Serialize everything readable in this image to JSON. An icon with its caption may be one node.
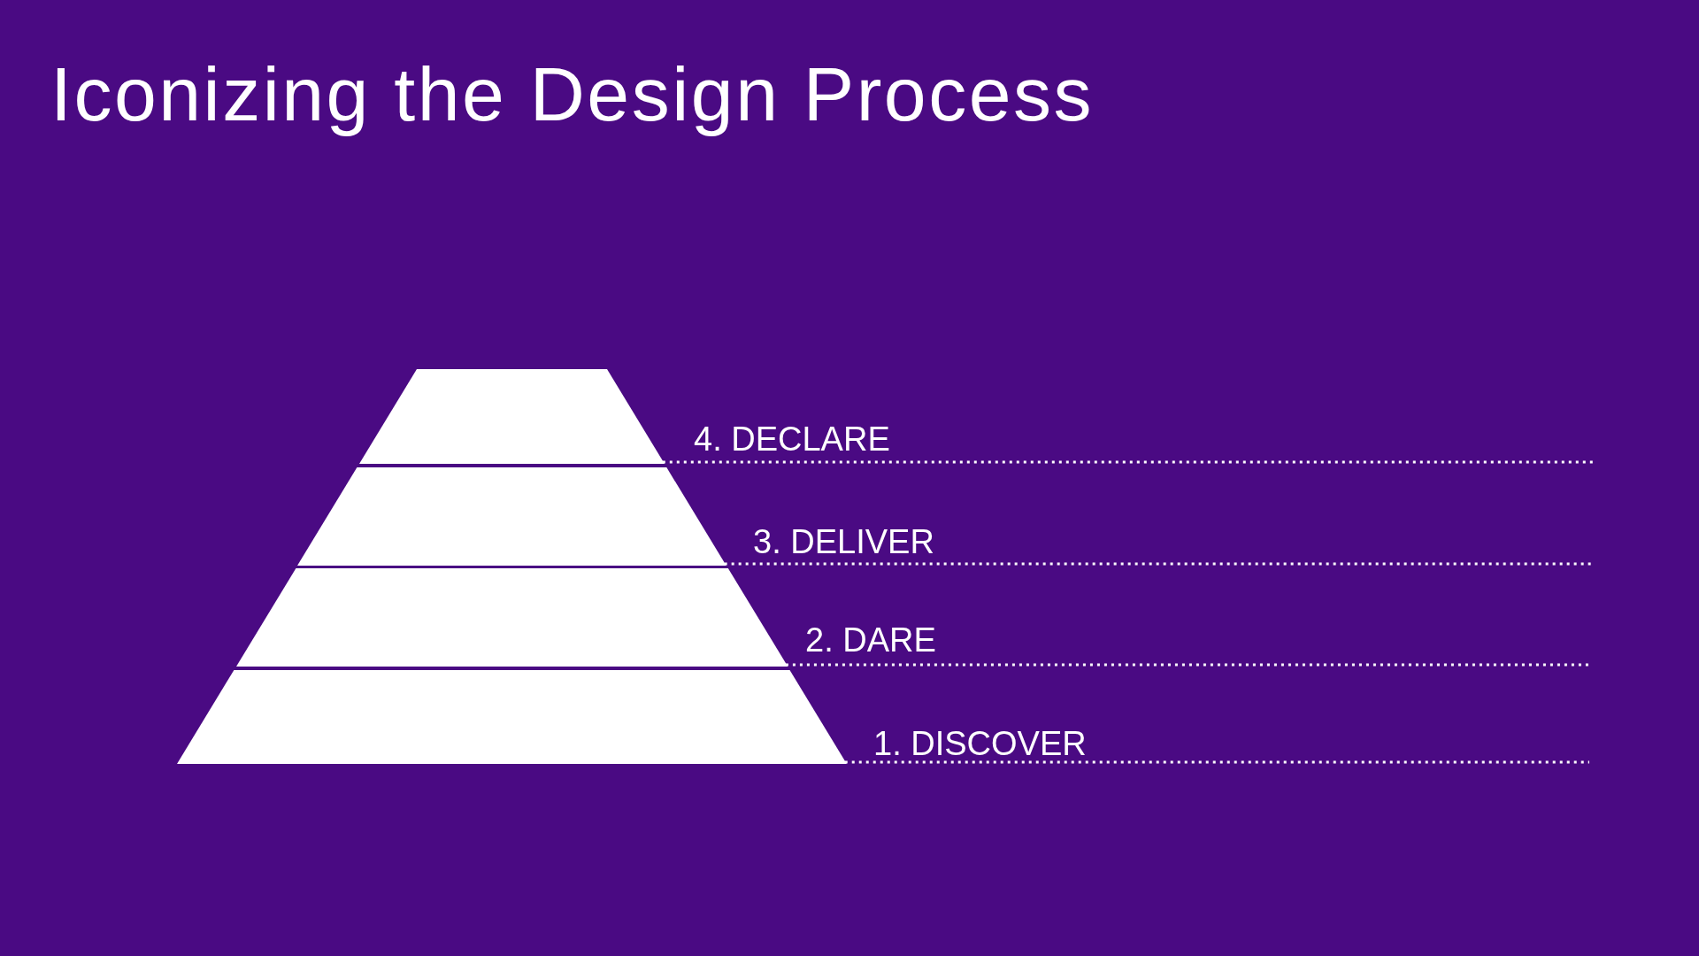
{
  "diagram": {
    "title": "Iconizing the Design Process",
    "nodes": [
      {
        "text": [],
        "shape": "trapezoid"
      },
      {
        "text": [],
        "shape": "trapezoid"
      },
      {
        "text": [],
        "shape": "trapezoid"
      },
      {
        "text": [],
        "shape": "trapezoid"
      }
    ],
    "edges": [
      {
        "from": 0,
        "to": null,
        "arrow": "none",
        "style": "dashed",
        "label": "4. DECLARE"
      },
      {
        "from": 1,
        "to": null,
        "arrow": "none",
        "style": "dashed",
        "label": "3. DELIVER"
      },
      {
        "from": 2,
        "to": null,
        "arrow": "none",
        "style": "dashed",
        "label": "2. DARE"
      },
      {
        "from": 3,
        "to": null,
        "arrow": "none",
        "style": "dashed",
        "label": "1. DISCOVER"
      }
    ]
  }
}
